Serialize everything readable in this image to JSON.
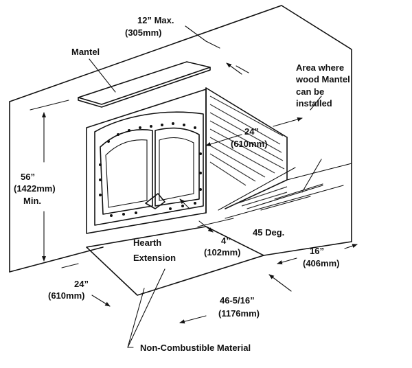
{
  "labels": {
    "max_12": "12” Max.",
    "max_12_mm": "(305mm)",
    "mantel": "Mantel",
    "area_line1": "Area where",
    "area_line2": "wood Mantel",
    "area_line3": "can be",
    "area_line4": "installed",
    "dim_24_right": "24”",
    "dim_24_right_mm": "(610mm)",
    "dim_56": "56”",
    "dim_56_mm": "(1422mm)",
    "dim_56_min": "Min.",
    "hearth_line1": "Hearth",
    "hearth_line2": "Extension",
    "dim_4": "4”",
    "dim_4_mm": "(102mm)",
    "deg_45": "45 Deg.",
    "dim_16": "16”",
    "dim_16_mm": "(406mm)",
    "dim_24_left": "24”",
    "dim_24_left_mm": "(610mm)",
    "dim_46": "46-5/16”",
    "dim_46_mm": "(1176mm)",
    "non_combustible": "Non-Combustible Material"
  }
}
